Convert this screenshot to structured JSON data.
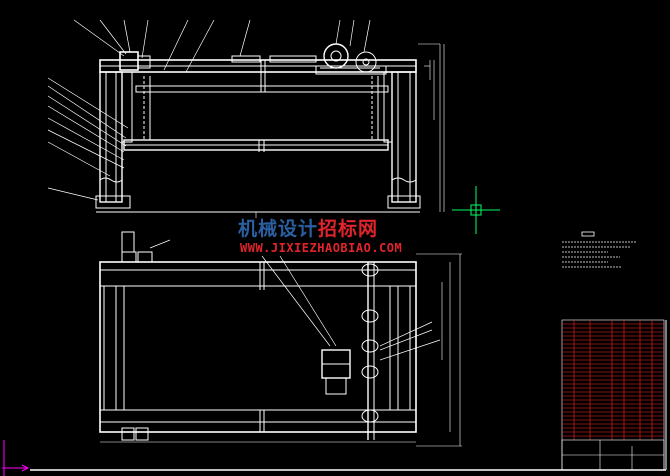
{
  "watermark": {
    "part1": "机械设计",
    "part2": "招标网",
    "url": "WWW.JIXIEZHAOBIAO.COM"
  },
  "colors": {
    "background": "#000000",
    "line": "#ffffff",
    "table_line": "#ff2020",
    "cursor": "#00ff66",
    "ucs": "#ff00ff"
  },
  "icons": {
    "cursor": "crosshair-cursor-icon",
    "ucs": "ucs-axis-icon"
  }
}
